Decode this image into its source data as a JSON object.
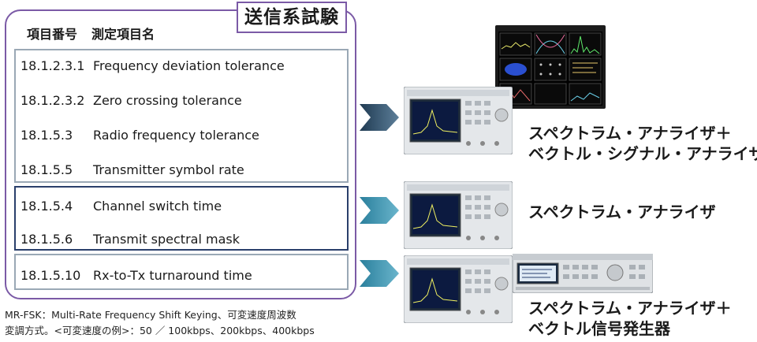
{
  "title": "送信系試験",
  "header": {
    "col_number": "項目番号",
    "col_name": "測定項目名"
  },
  "groups": [
    {
      "rows": [
        {
          "number": "18.1.2.3.1",
          "name": "Frequency deviation tolerance"
        },
        {
          "number": "18.1.2.3.2",
          "name": "Zero crossing tolerance"
        },
        {
          "number": "18.1.5.3",
          "name": "Radio frequency tolerance"
        },
        {
          "number": "18.1.5.5",
          "name": "Transmitter symbol rate"
        }
      ]
    },
    {
      "rows": [
        {
          "number": "18.1.5.4",
          "name": "Channel switch time"
        },
        {
          "number": "18.1.5.6",
          "name": "Transmit spectral mask"
        }
      ]
    },
    {
      "rows": [
        {
          "number": "18.1.5.10",
          "name": "Rx-to-Tx turnaround time"
        }
      ]
    }
  ],
  "footnote": {
    "line1": "MR-FSK：Multi-Rate Frequency Shift Keying、可変速度周波数",
    "line2": "変調方式。<可変速度の例>：50 ／ 100kbps、200kbps、400kbps"
  },
  "equipment": [
    {
      "line1": "スペクトラム・アナライザ＋",
      "line2": "ベクトル・シグナル・アナライザ"
    },
    {
      "line1": "スペクトラム・アナライザ",
      "line2": ""
    },
    {
      "line1": "スペクトラム・アナライザ＋",
      "line2": "ベクトル信号発生器"
    }
  ],
  "colors": {
    "frame": "#7b5aa6",
    "arrow_dark": "#2f4f66",
    "arrow_light": "#3f95b0",
    "box_dark": "#2a3f6b",
    "box_light": "#9aa8b5"
  }
}
